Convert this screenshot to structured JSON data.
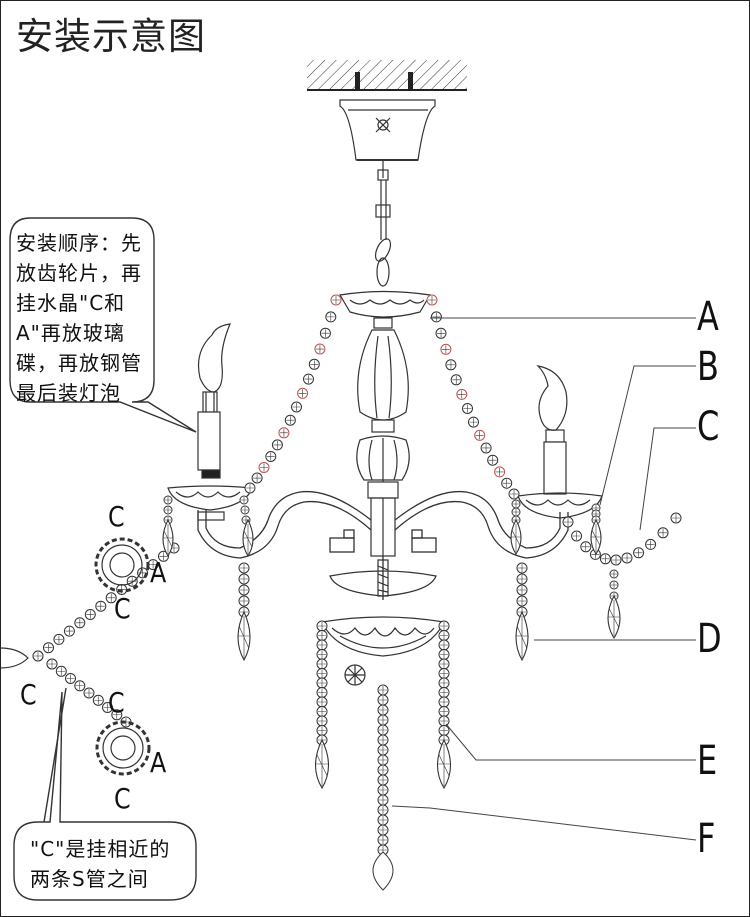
{
  "title": "安装示意图",
  "note_top": [
    "安装顺序：先",
    "放齿轮片，再",
    "挂水晶\"C和",
    "A\"再放玻璃",
    "碟，再放钢管",
    "最后装灯泡"
  ],
  "note_bottom": [
    "\"C\"是挂相近的",
    "两条S管之间"
  ],
  "part_labels": {
    "A": "A",
    "B": "B",
    "C": "C",
    "D": "D",
    "E": "E",
    "F": "F"
  },
  "gear_labels": {
    "upper_c_top": "C",
    "upper_a": "A",
    "upper_c_bottom": "C",
    "left_c": "C",
    "lower_c_top": "C",
    "lower_a": "A",
    "lower_c_bottom": "C"
  },
  "colors": {
    "ink": "#222222",
    "accent": "#c0504d"
  }
}
